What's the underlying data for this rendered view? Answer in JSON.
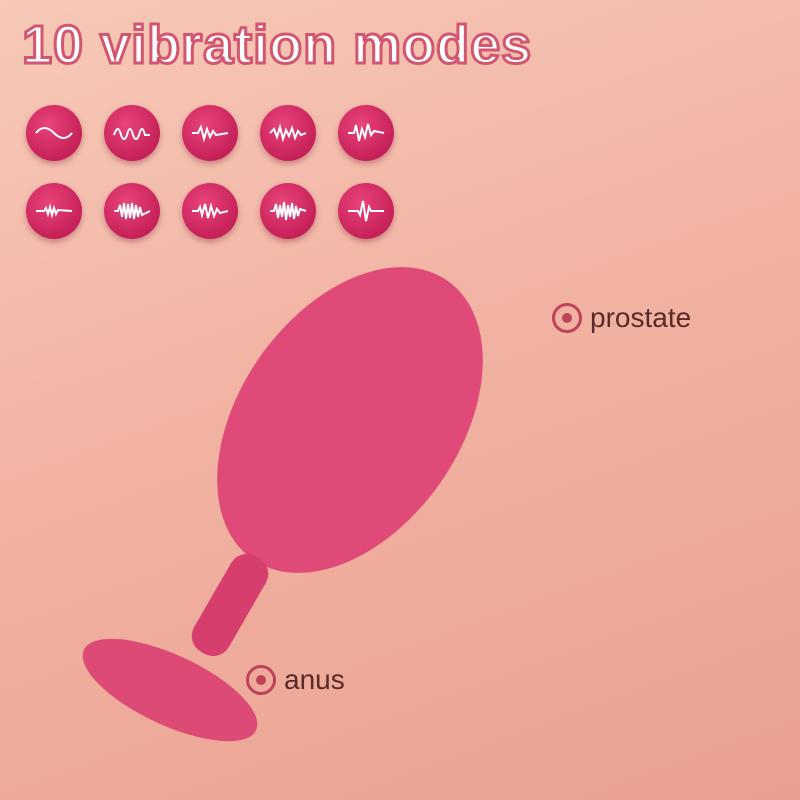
{
  "title": "10 vibration modes",
  "modes": [
    {
      "name": "mode-1",
      "pattern": "sine"
    },
    {
      "name": "mode-2",
      "pattern": "loops"
    },
    {
      "name": "mode-3",
      "pattern": "zigzag"
    },
    {
      "name": "mode-4",
      "pattern": "pulse-wave"
    },
    {
      "name": "mode-5",
      "pattern": "burst"
    },
    {
      "name": "mode-6",
      "pattern": "small-spike"
    },
    {
      "name": "mode-7",
      "pattern": "dense-spike"
    },
    {
      "name": "mode-8",
      "pattern": "heartbeat-wave"
    },
    {
      "name": "mode-9",
      "pattern": "scribble"
    },
    {
      "name": "mode-10",
      "pattern": "ecg"
    }
  ],
  "labels": {
    "upper": "prostate",
    "lower": "anus"
  },
  "colors": {
    "accent": "#c8245a",
    "background": "#f2b3a3",
    "title_stroke": "#d2566f"
  }
}
